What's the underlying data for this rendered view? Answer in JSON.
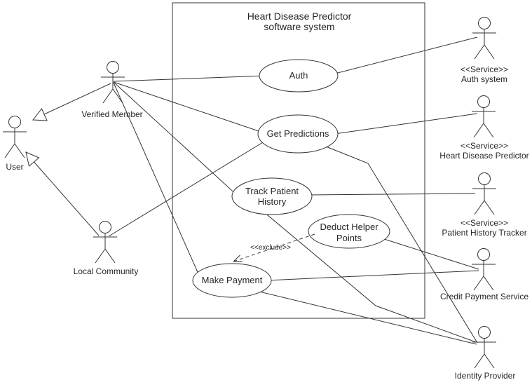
{
  "system": {
    "title_line1": "Heart Disease Predictor",
    "title_line2": "software system"
  },
  "use_cases": {
    "auth": {
      "label": "Auth"
    },
    "get_predictions": {
      "label": "Get Predictions"
    },
    "track_patient_history": {
      "label_line1": "Track Patient",
      "label_line2": "History"
    },
    "deduct_helper_points": {
      "label_line1": "Deduct Helper",
      "label_line2": "Points"
    },
    "make_payment": {
      "label": "Make Payment"
    }
  },
  "actors": {
    "user": {
      "label": "User"
    },
    "verified_member": {
      "label": "Verified Member"
    },
    "local_community": {
      "label": "Local Community"
    },
    "auth_system": {
      "stereotype": "<<Service>>",
      "label": "Auth system"
    },
    "heart_disease_predictor": {
      "stereotype": "<<Service>>",
      "label": "Heart Disease Predictor"
    },
    "patient_history_tracker": {
      "stereotype": "<<Service>>",
      "label": "Patient History Tracker"
    },
    "credit_payment_service": {
      "label": "Credit Payment Service"
    },
    "identity_provider": {
      "label": "Identity Provider"
    }
  },
  "relationships": {
    "exclude_label": "<<exclude>>"
  },
  "colors": {
    "line": "#333333",
    "text": "#262626",
    "background": "#ffffff"
  }
}
